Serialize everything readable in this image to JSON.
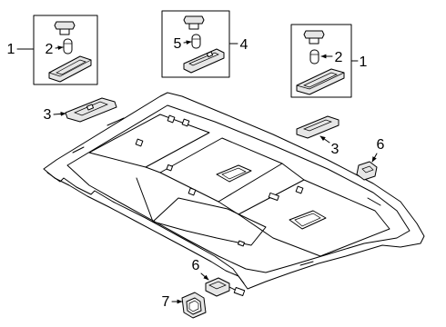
{
  "diagram": {
    "callouts": {
      "left_box_assembly": "1",
      "left_box_bulb": "2",
      "center_box_bulb": "5",
      "center_box_assembly": "4",
      "right_box_bulb": "2",
      "right_box_assembly": "1",
      "left_lamp": "3",
      "right_lamp": "3",
      "right_small_part": "6",
      "bottom_part_upper": "6",
      "bottom_part_lower": "7"
    },
    "colors": {
      "line": "#000000",
      "background": "#ffffff"
    }
  }
}
